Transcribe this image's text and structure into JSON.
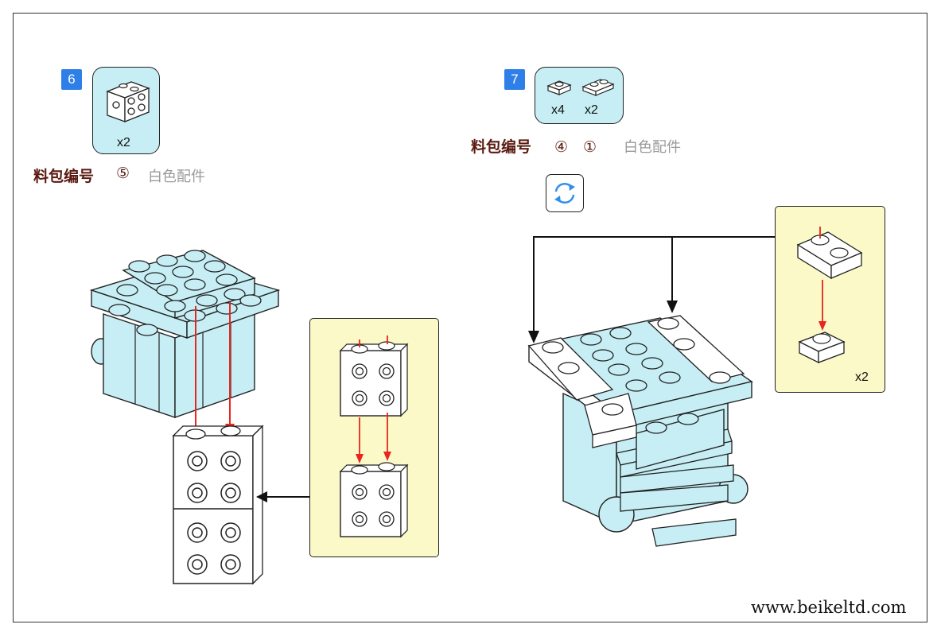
{
  "step6": {
    "number": "6",
    "parts": [
      {
        "name": "white-2x2-brick-with-side-studs",
        "qty": "x2"
      }
    ],
    "pack_label": "料包编号",
    "pack_number": "⑤",
    "pack_color": "白色配件"
  },
  "step7": {
    "number": "7",
    "parts": [
      {
        "name": "white-1x1-plate",
        "qty": "x4"
      },
      {
        "name": "white-1x2-plate",
        "qty": "x2"
      }
    ],
    "pack_label": "料包编号",
    "pack_number": "④　①",
    "pack_color": "白色配件",
    "callout_qty": "x2"
  },
  "icons": {
    "rotate": "rotate-model-icon"
  },
  "colors": {
    "step_badge": "#2f7fe8",
    "parts_box": "#c6eef4",
    "callout_bg": "#fbf9c8",
    "brick_blue": "#c6eef4",
    "arrow_red": "#e8261e",
    "pack_text": "#5a1a10"
  },
  "footer": {
    "website": "www.beikeltd.com"
  }
}
